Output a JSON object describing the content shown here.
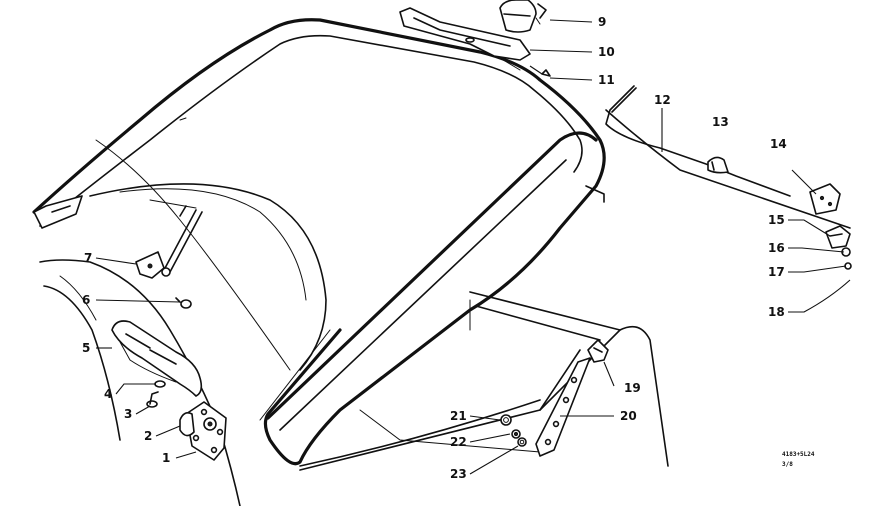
{
  "callouts": [
    "1",
    "2",
    "3",
    "4",
    "5",
    "6",
    "7",
    "9",
    "10",
    "11",
    "12",
    "13",
    "14",
    "15",
    "16",
    "17",
    "18",
    "19",
    "20",
    "21",
    "22",
    "23"
  ],
  "reference_code": "4183+5L24",
  "reference_sheet": "3/8",
  "colors": {
    "ink": "#111111",
    "paper": "#ffffff"
  }
}
